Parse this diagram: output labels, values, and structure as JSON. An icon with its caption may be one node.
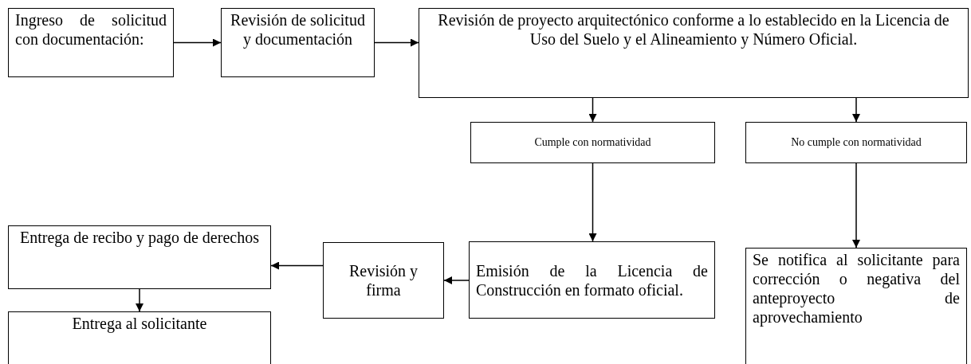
{
  "diagram": {
    "nodes": [
      {
        "text": [
          "Ingreso de solicitud con documentación:"
        ]
      },
      {
        "text": [
          "Revisión de solicitud y documentación"
        ]
      },
      {
        "text": [
          "Revisión de proyecto arquitectónico conforme a lo establecido en la Licencia de Uso del Suelo y el Alineamiento y Número Oficial."
        ]
      },
      {
        "text": [
          "Cumple con normatividad"
        ]
      },
      {
        "text": [
          "No cumple con normatividad"
        ]
      },
      {
        "text": [
          "Emisión de la Licencia de Construcción en formato oficial."
        ]
      },
      {
        "text": [
          "Revisión y firma"
        ]
      },
      {
        "text": [
          "Entrega de recibo y pago de derechos"
        ]
      },
      {
        "text": [
          "Entrega al solicitante"
        ]
      },
      {
        "text": [
          "Se notifica al solicitante para corrección o negativa del anteproyecto de aprovechamiento"
        ]
      }
    ],
    "edges": [
      {
        "from": 0,
        "to": 1,
        "arrow": "to"
      },
      {
        "from": 1,
        "to": 2,
        "arrow": "to"
      },
      {
        "from": 2,
        "to": 3,
        "arrow": "to"
      },
      {
        "from": 2,
        "to": 4,
        "arrow": "to"
      },
      {
        "from": 3,
        "to": 5,
        "arrow": "to"
      },
      {
        "from": 4,
        "to": 9,
        "arrow": "to"
      },
      {
        "from": 5,
        "to": 6,
        "arrow": "to"
      },
      {
        "from": 6,
        "to": 7,
        "arrow": "to"
      },
      {
        "from": 7,
        "to": 8,
        "arrow": "to"
      }
    ]
  }
}
